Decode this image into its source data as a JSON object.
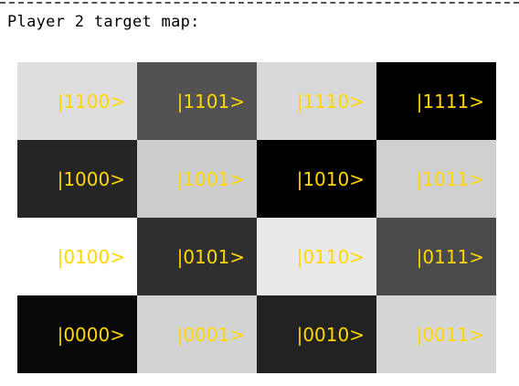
{
  "caption": "Player 2 target map:",
  "label_color": "#ffd700",
  "grid": {
    "rows": [
      [
        {
          "state": "|1100>",
          "shade": "#dedede"
        },
        {
          "state": "|1101>",
          "shade": "#525252"
        },
        {
          "state": "|1110>",
          "shade": "#d9d9d9"
        },
        {
          "state": "|1111>",
          "shade": "#000000"
        }
      ],
      [
        {
          "state": "|1000>",
          "shade": "#252525"
        },
        {
          "state": "|1001>",
          "shade": "#cccccc"
        },
        {
          "state": "|1010>",
          "shade": "#000000"
        },
        {
          "state": "|1011>",
          "shade": "#d0d0d0"
        }
      ],
      [
        {
          "state": "|0100>",
          "shade": "#ffffff"
        },
        {
          "state": "|0101>",
          "shade": "#2f2f2f"
        },
        {
          "state": "|0110>",
          "shade": "#e9e9e9"
        },
        {
          "state": "|0111>",
          "shade": "#4a4a4a"
        }
      ],
      [
        {
          "state": "|0000>",
          "shade": "#080808"
        },
        {
          "state": "|0001>",
          "shade": "#d3d3d3"
        },
        {
          "state": "|0010>",
          "shade": "#222222"
        },
        {
          "state": "|0011>",
          "shade": "#d6d6d6"
        }
      ]
    ]
  }
}
